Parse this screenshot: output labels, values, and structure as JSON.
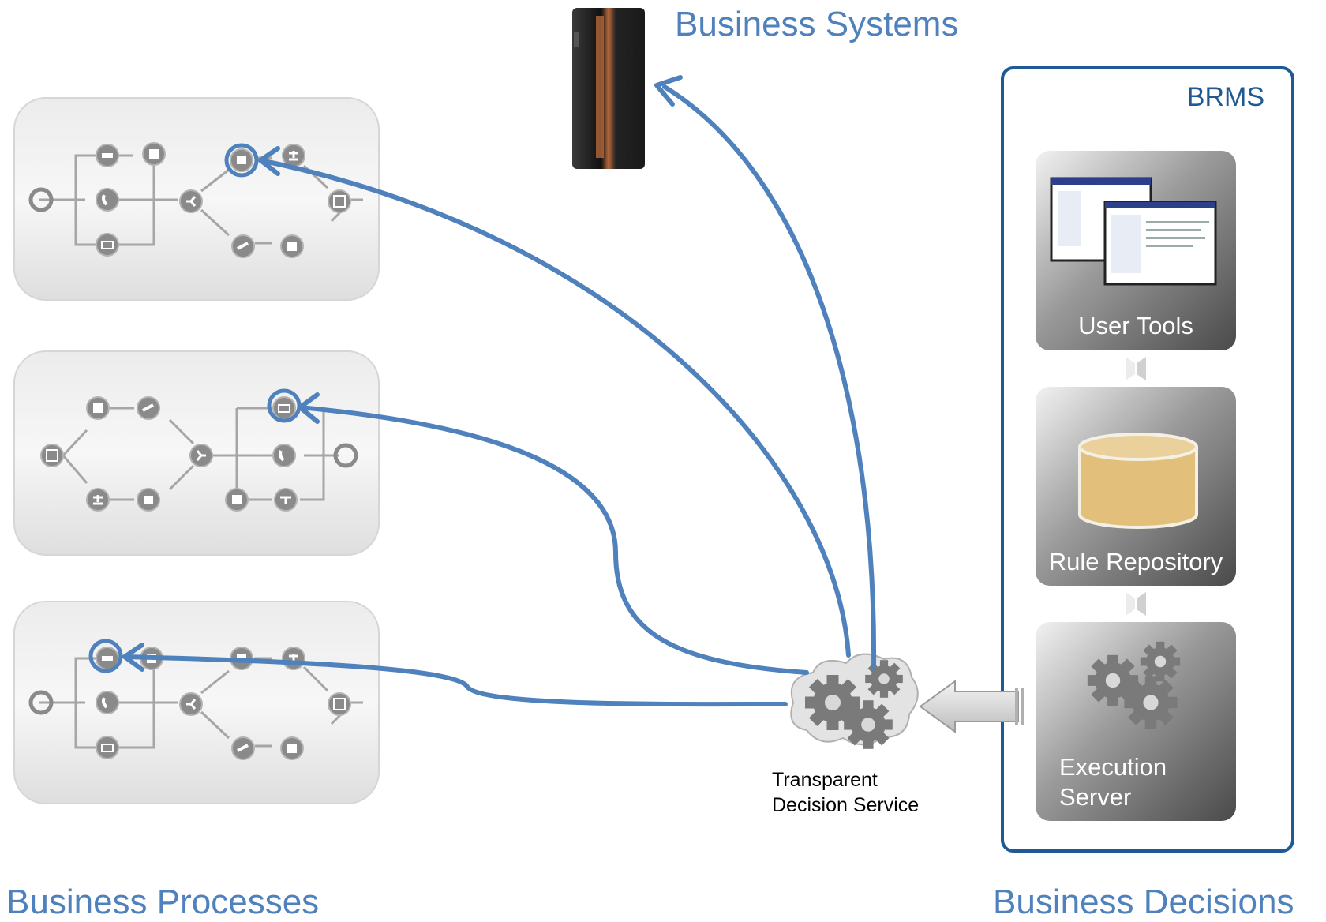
{
  "titles": {
    "business_systems": "Business Systems",
    "business_processes": "Business Processes",
    "business_decisions": "Business Decisions"
  },
  "brms": {
    "label": "BRMS",
    "components": {
      "user_tools": "User Tools",
      "rule_repository": "Rule Repository",
      "execution_server_line1": "Execution",
      "execution_server_line2": "Server"
    }
  },
  "decision_service": {
    "line1": "Transparent",
    "line2": "Decision Service"
  },
  "colors": {
    "accent": "#4f81bd",
    "frame": "#1f5a94",
    "process_bg": "#e6e6e6",
    "icon": "#8a8a8a",
    "repository": "#e2c07c"
  },
  "icons": [
    "start-icon",
    "person-icon",
    "phone-icon",
    "mail-icon",
    "document-icon",
    "gateway-icon",
    "hierarchy-icon",
    "check-icon",
    "scanner-icon",
    "stack-icon",
    "gear-icon",
    "server-icon"
  ]
}
